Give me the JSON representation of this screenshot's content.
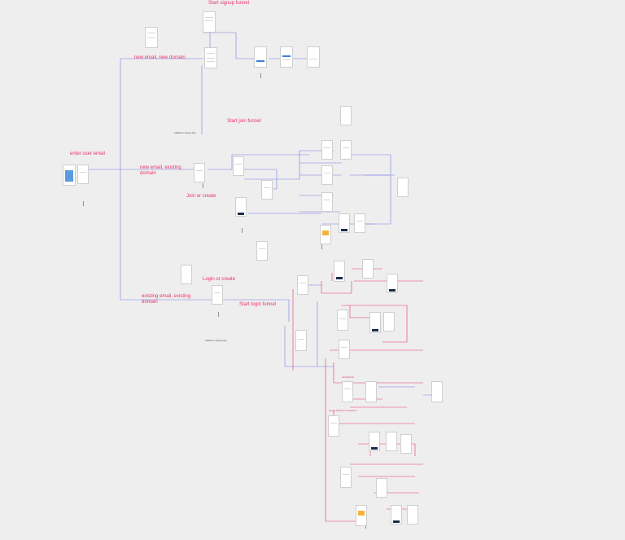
{
  "labels": {
    "start_signup": "Start signup funnel",
    "new_email_new_domain": "new email, new domain",
    "start_join": "Start join funnel",
    "enter_user_email": "enter user email",
    "new_email_existing_domain": "new email, existing domain",
    "join_or_create": "Join or create",
    "login_or_create": "Login or create",
    "existing_email_existing_domain": "existing email, existing domain",
    "start_login": "Start login funnel"
  },
  "notes": {
    "fallback_signup_1": "Fallback to Signup flow",
    "fallback_signup_2": "Fallback to Signup flow",
    "google_password": "Google Password / Password",
    "auth_method": "Auth Method"
  },
  "colors": {
    "accent": "#e8356a",
    "link": "#6b6bf0",
    "background": "#eeeeee"
  }
}
